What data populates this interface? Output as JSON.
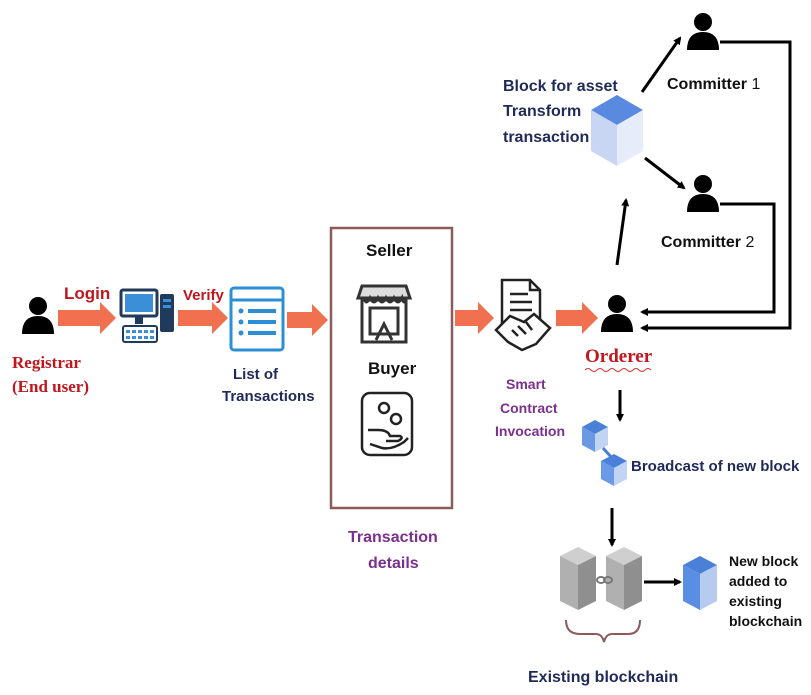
{
  "labels": {
    "login": "Login",
    "verify": "Verify",
    "registrar_line1": "Registrar",
    "registrar_line2": "(End user)",
    "list_line1": "List of",
    "list_line2": "Transactions",
    "seller": "Seller",
    "buyer": "Buyer",
    "transaction_details_line1": "Transaction",
    "transaction_details_line2": "details",
    "smart_line1": "Smart",
    "smart_line2": "Contract",
    "smart_line3": "Invocation",
    "orderer": "Orderer",
    "block_asset_line1": "Block for asset",
    "block_asset_line2": "Transform",
    "block_asset_line3": "transaction",
    "committer1": "Committer",
    "committer1_num": "1",
    "committer2": "Committer",
    "committer2_num": "2",
    "broadcast": "Broadcast of new block",
    "new_block_line1": "New block",
    "new_block_line2": "added to",
    "new_block_line3": "existing",
    "new_block_line4": "blockchain",
    "existing_blockchain": "Existing blockchain"
  },
  "colors": {
    "red_label": "#c0161c",
    "purple_label": "#7b2f8f",
    "navy_label": "#1f2a5a",
    "orange_arrow": "#f07050",
    "box_border": "#8b5a5a",
    "cube_blue": "#4a7fd6",
    "cube_gray": "#a8a8a8"
  },
  "icons": [
    "person-icon",
    "computer-icon",
    "list-icon",
    "shop-icon",
    "payment-icon",
    "contract-handshake-icon",
    "cube-icon",
    "chain-icon"
  ]
}
